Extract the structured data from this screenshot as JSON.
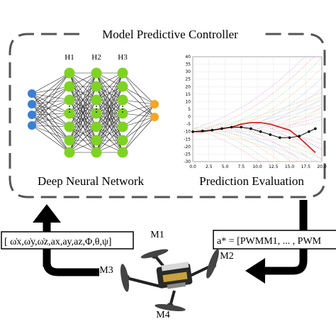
{
  "title": "Model Predictive Controller",
  "nn": {
    "label": "Deep Neural Network",
    "layer_labels": [
      "H1",
      "H2",
      "H3"
    ],
    "colors": {
      "input": "#3a7fd5",
      "hidden": "#7ed321",
      "output": "#f5a623"
    }
  },
  "plot": {
    "label": "Prediction Evaluation",
    "y_ticks": [
      "40",
      "35",
      "30",
      "25",
      "20",
      "15",
      "10",
      "5",
      "0",
      "-5",
      "-10",
      "-15",
      "-20",
      "-25",
      "-30"
    ],
    "x_ticks": [
      "0.0",
      "2.5",
      "5.0",
      "7.5",
      "10.0",
      "12.5",
      "15.0",
      "17.5",
      "20.0"
    ],
    "chart_data": {
      "type": "line",
      "x": [
        0,
        1.5,
        3,
        4.5,
        6,
        7.5,
        9,
        10.5,
        12,
        13.5,
        15,
        16.5,
        18,
        19
      ],
      "ylim": [
        -30,
        40
      ],
      "xlim": [
        0,
        20
      ],
      "series": [
        {
          "values": [
            -10,
            -10,
            -9,
            -8,
            -7,
            -5,
            -4,
            -4,
            -5,
            -7,
            -9,
            -14,
            -20,
            -24
          ],
          "color": "#d62728"
        },
        {
          "values": [
            -10,
            -9.5,
            -9,
            -8,
            -7,
            -7,
            -8,
            -10,
            -12,
            -14,
            -14,
            -13,
            -10,
            -8
          ],
          "color": "#000000"
        }
      ]
    }
  },
  "input_vector": "[ ω̇x,ω̇y,ω̇z,ax,ay,az,Φ,θ,ψ]",
  "output_vector": "a* = [PWMM1, ... , PWM",
  "motors": [
    "M1",
    "M2",
    "M3",
    "M4"
  ]
}
